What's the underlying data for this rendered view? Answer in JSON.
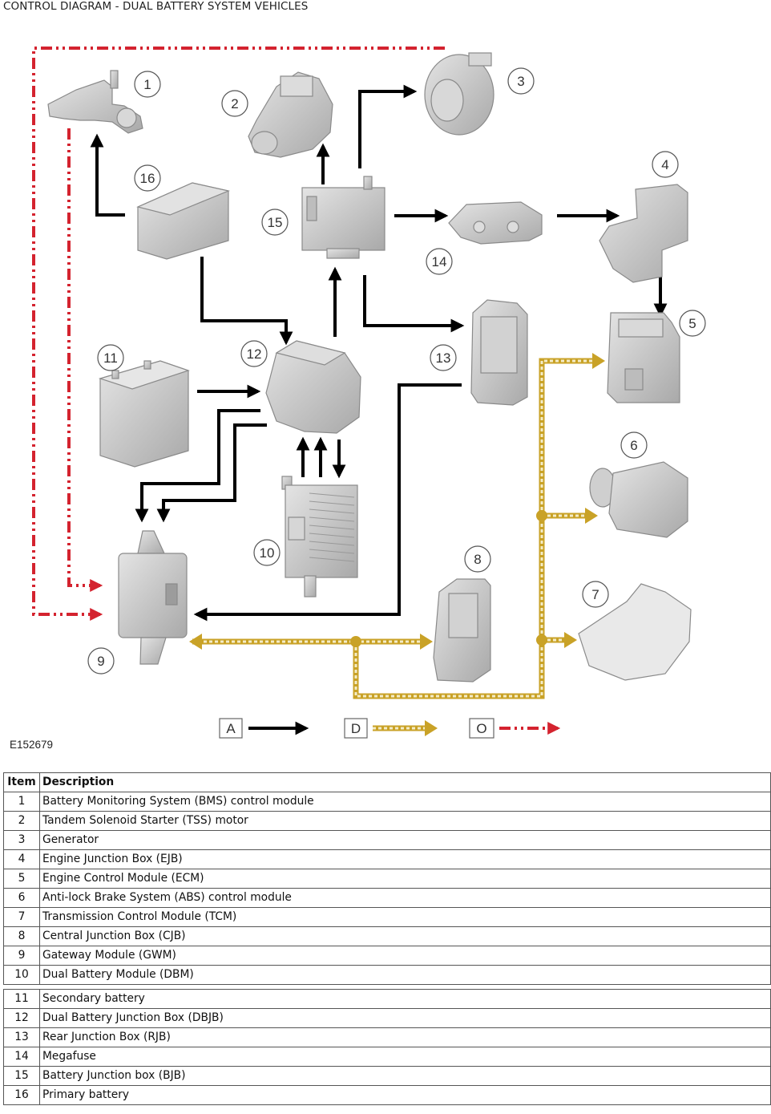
{
  "title": "CONTROL DIAGRAM - DUAL BATTERY SYSTEM VEHICLES",
  "figure_id": "E152679",
  "colors": {
    "hardwired": "#000000",
    "can_bus": "#c9a227",
    "can_bus_dot": "#f4ecc8",
    "lin_bus": "#d4232f",
    "component_fill": "#c9c9c9",
    "component_stroke": "#8a8a8a"
  },
  "legend": [
    {
      "letter": "A",
      "meaning_style": "solid-black-arrow"
    },
    {
      "letter": "D",
      "meaning_style": "gold-dotted-arrow"
    },
    {
      "letter": "O",
      "meaning_style": "red-dash-dot-arrow"
    }
  ],
  "components": [
    {
      "num": "1",
      "icon": "bms-module-icon"
    },
    {
      "num": "2",
      "icon": "starter-motor-icon"
    },
    {
      "num": "3",
      "icon": "generator-icon"
    },
    {
      "num": "4",
      "icon": "engine-junction-box-icon"
    },
    {
      "num": "5",
      "icon": "ecm-icon"
    },
    {
      "num": "6",
      "icon": "abs-module-icon"
    },
    {
      "num": "7",
      "icon": "tcm-icon"
    },
    {
      "num": "8",
      "icon": "cjb-icon"
    },
    {
      "num": "9",
      "icon": "gateway-module-icon"
    },
    {
      "num": "10",
      "icon": "dual-battery-module-icon"
    },
    {
      "num": "11",
      "icon": "secondary-battery-icon"
    },
    {
      "num": "12",
      "icon": "dbjb-icon"
    },
    {
      "num": "13",
      "icon": "rjb-icon"
    },
    {
      "num": "14",
      "icon": "megafuse-icon"
    },
    {
      "num": "15",
      "icon": "bjb-icon"
    },
    {
      "num": "16",
      "icon": "primary-battery-icon"
    }
  ],
  "table": {
    "headers": {
      "item": "Item",
      "description": "Description"
    },
    "rows": [
      {
        "item": "1",
        "description": "Battery Monitoring System (BMS) control module"
      },
      {
        "item": "2",
        "description": "Tandem Solenoid Starter (TSS) motor"
      },
      {
        "item": "3",
        "description": "Generator"
      },
      {
        "item": "4",
        "description": "Engine Junction Box (EJB)"
      },
      {
        "item": "5",
        "description": "Engine Control Module (ECM)"
      },
      {
        "item": "6",
        "description": "Anti-lock Brake System (ABS) control module"
      },
      {
        "item": "7",
        "description": "Transmission Control Module (TCM)"
      },
      {
        "item": "8",
        "description": "Central Junction Box (CJB)"
      },
      {
        "item": "9",
        "description": "Gateway Module (GWM)"
      },
      {
        "item": "10",
        "description": "Dual Battery Module (DBM)"
      },
      {
        "item": "11",
        "description": "Secondary battery"
      },
      {
        "item": "12",
        "description": "Dual Battery Junction Box (DBJB)"
      },
      {
        "item": "13",
        "description": "Rear Junction Box (RJB)"
      },
      {
        "item": "14",
        "description": "Megafuse"
      },
      {
        "item": "15",
        "description": "Battery Junction box (BJB)"
      },
      {
        "item": "16",
        "description": "Primary battery"
      }
    ]
  }
}
